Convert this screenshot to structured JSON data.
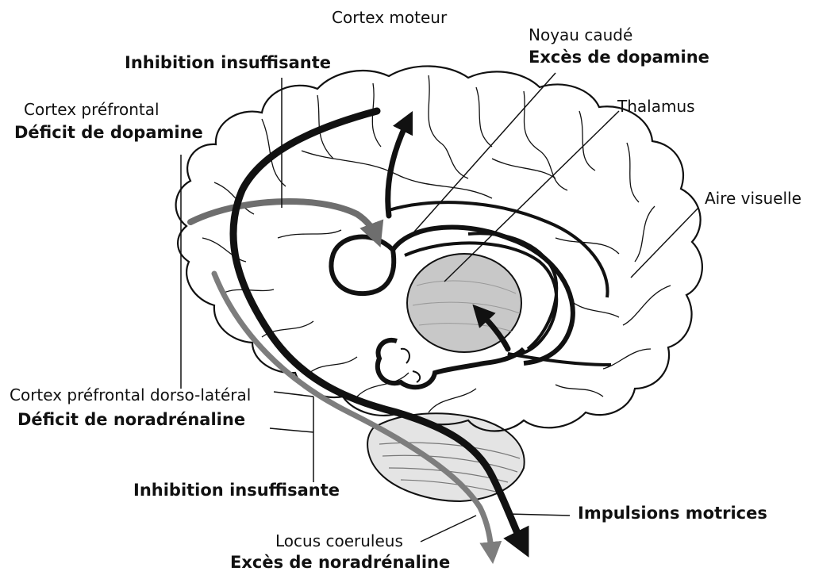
{
  "labels": {
    "cortex_moteur": "Cortex moteur",
    "inhibition_top": "Inhibition insuffisante",
    "noyau_caude": "Noyau caudé",
    "exces_dopamine": "Excès de dopamine",
    "cortex_prefrontal": "Cortex préfrontal",
    "deficit_dopamine": "Déficit de dopamine",
    "thalamus": "Thalamus",
    "aire_visuelle": "Aire visuelle",
    "cortex_dorso": "Cortex préfrontal dorso-latéral",
    "deficit_noradrenaline": "Déficit de noradrénaline",
    "inhibition_bottom": "Inhibition insuffisante",
    "impulsions": "Impulsions motrices",
    "locus": "Locus coeruleus",
    "exces_noradrenaline": "Excès de noradrénaline"
  },
  "colors": {
    "ink": "#111111",
    "thalamus_fill": "#c8c8c8",
    "dopamine_path": "#6e6e6e",
    "noradrenaline_path": "#7d7d7d",
    "cerebellum_fill": "#e4e4e4"
  }
}
